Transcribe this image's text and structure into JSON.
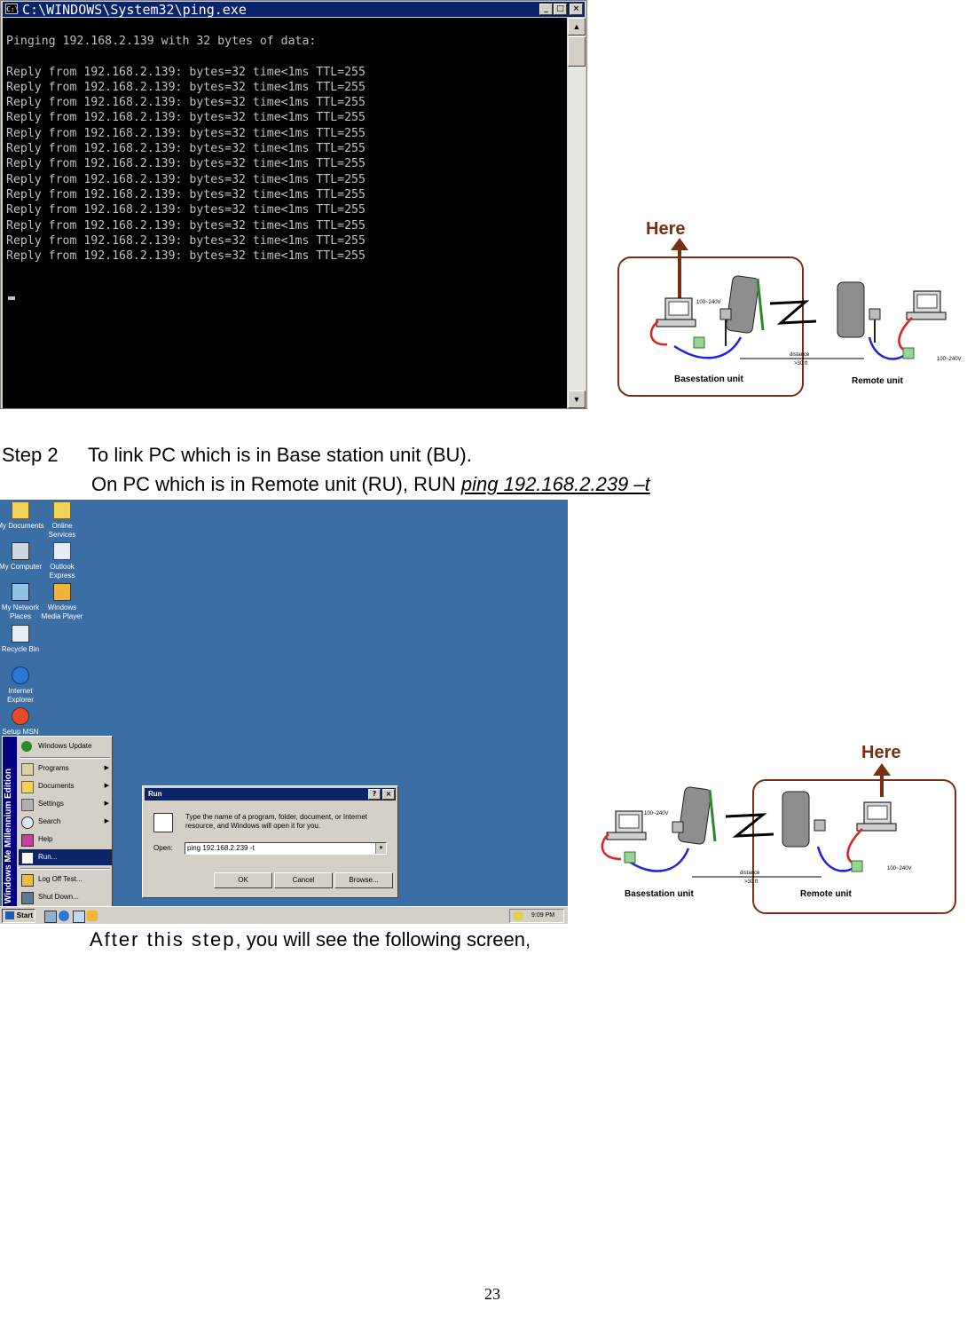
{
  "console": {
    "title": "C:\\WINDOWS\\System32\\ping.exe",
    "icon_label": "C:\\",
    "min_label": "_",
    "max_label": "□",
    "close_label": "×",
    "output": "Pinging 192.168.2.139 with 32 bytes of data:\n\nReply from 192.168.2.139: bytes=32 time<1ms TTL=255\nReply from 192.168.2.139: bytes=32 time<1ms TTL=255\nReply from 192.168.2.139: bytes=32 time<1ms TTL=255\nReply from 192.168.2.139: bytes=32 time<1ms TTL=255\nReply from 192.168.2.139: bytes=32 time<1ms TTL=255\nReply from 192.168.2.139: bytes=32 time<1ms TTL=255\nReply from 192.168.2.139: bytes=32 time<1ms TTL=255\nReply from 192.168.2.139: bytes=32 time<1ms TTL=255\nReply from 192.168.2.139: bytes=32 time<1ms TTL=255\nReply from 192.168.2.139: bytes=32 time<1ms TTL=255\nReply from 192.168.2.139: bytes=32 time<1ms TTL=255\nReply from 192.168.2.139: bytes=32 time<1ms TTL=255\nReply from 192.168.2.139: bytes=32 time<1ms TTL=255",
    "scroll_up": "▲",
    "scroll_down": "▼"
  },
  "diagram1": {
    "here": "Here",
    "voltage_left": "100~240V",
    "voltage_right": "100~240V",
    "distance": "distance",
    "distance_value": ">30 ft",
    "base_label": "Basestation unit",
    "remote_label": "Remote unit",
    "highlight_color": "#7a2f12"
  },
  "step2": {
    "label": "Step 2",
    "line1": "To link PC which is in Base station unit (BU).",
    "line2_prefix": "On PC which is in Remote unit (RU), RUN ",
    "command": "ping 192.168.2.239 –t"
  },
  "desktop": {
    "background": "#3a6ea5",
    "icons": [
      {
        "label1": "My Documents",
        "label2": ""
      },
      {
        "label1": "Online",
        "label2": "Services"
      },
      {
        "label1": "My Computer",
        "label2": ""
      },
      {
        "label1": "Outlook",
        "label2": "Express"
      },
      {
        "label1": "My Network",
        "label2": "Places"
      },
      {
        "label1": "Windows",
        "label2": "Media Player"
      },
      {
        "label1": "Recycle Bin",
        "label2": ""
      },
      {
        "label1": "Internet",
        "label2": "Explorer"
      },
      {
        "label1": "Setup MSN",
        "label2": ""
      }
    ],
    "start_menu": {
      "band_text": "Windows Me Millennium Edition",
      "items": [
        {
          "label": "Windows Update",
          "arrow": ""
        },
        {
          "label": "Programs",
          "arrow": "▶"
        },
        {
          "label": "Documents",
          "arrow": "▶"
        },
        {
          "label": "Settings",
          "arrow": "▶"
        },
        {
          "label": "Search",
          "arrow": "▶"
        },
        {
          "label": "Help",
          "arrow": ""
        },
        {
          "label": "Run...",
          "arrow": ""
        },
        {
          "label": "Log Off Test...",
          "arrow": ""
        },
        {
          "label": "Shut Down...",
          "arrow": ""
        }
      ]
    },
    "taskbar": {
      "start_label": "Start",
      "clock": "9:09 PM"
    },
    "run_dialog": {
      "title": "Run",
      "help_label": "?",
      "close_label": "×",
      "message": "Type the name of a program, folder, document, or Internet resource, and Windows will open it for you.",
      "open_label": "Open:",
      "value": "ping 192.168.2.239 -t",
      "ok": "OK",
      "cancel": "Cancel",
      "browse": "Browse..."
    }
  },
  "diagram2": {
    "here": "Here",
    "voltage_left": "100~240V",
    "voltage_right": "100~240V",
    "distance": "distance",
    "distance_value": ">30 ft",
    "base_label": "Basestation unit",
    "remote_label": "Remote unit"
  },
  "after_step": {
    "spaced": "After this step",
    "rest": ", you will see the following screen,"
  },
  "page_number": "23"
}
